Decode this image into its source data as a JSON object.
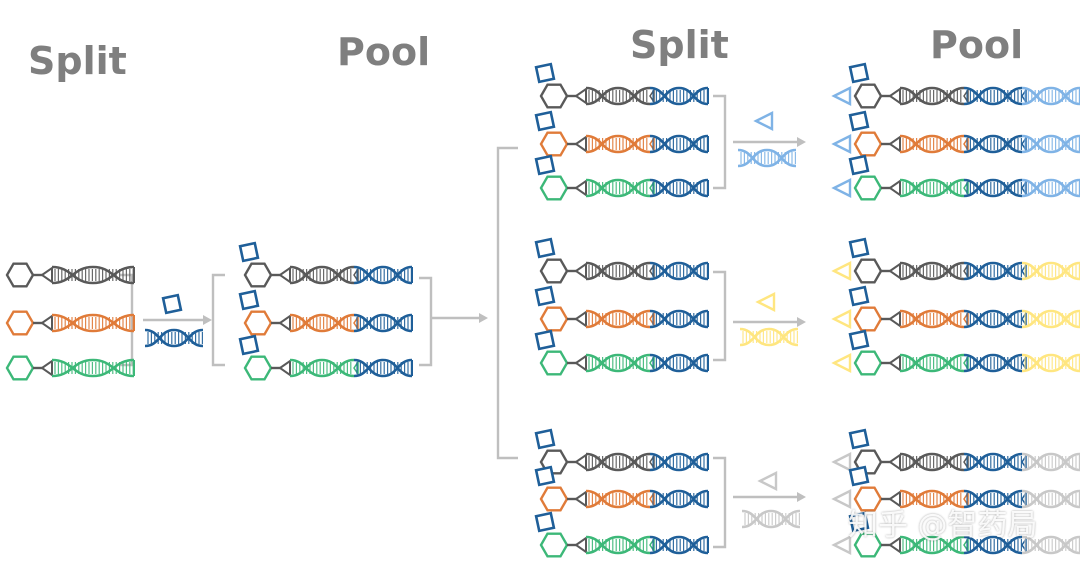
{
  "headers": {
    "split_1": "Split",
    "pool_1": "Pool",
    "split_2": "Split",
    "pool_2": "Pool"
  },
  "watermark": "知乎 @智药局",
  "colors": {
    "header_text": "#7f7f7f",
    "arrow": "#bfbfbf",
    "dark_gray": "#595959",
    "orange": "#e07b39",
    "green": "#3cb878",
    "dark_blue": "#1f5f99",
    "light_blue": "#7fb3e6",
    "yellow": "#ffe680",
    "light_gray": "#c8c8c8"
  },
  "cycle_building_blocks": [
    {
      "name": "cycle-1-block",
      "shape": "square",
      "color": "dark_blue"
    },
    {
      "name": "cycle-2a-block",
      "shape": "triangle",
      "color": "light_blue"
    },
    {
      "name": "cycle-2b-block",
      "shape": "triangle",
      "color": "yellow"
    },
    {
      "name": "cycle-2c-block",
      "shape": "triangle",
      "color": "light_gray"
    }
  ]
}
